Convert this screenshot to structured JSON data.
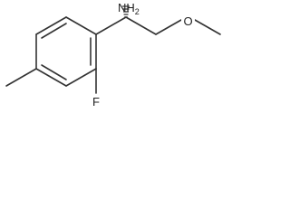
{
  "molecule": {
    "atoms": {
      "amine": {
        "element": "N",
        "hydrogen": "H",
        "hydrogen_count": "2"
      },
      "oxygen": {
        "element": "O"
      },
      "fluorine": {
        "element": "F"
      }
    },
    "colors": {
      "bond": "#333333",
      "label": "#222222",
      "background": "#ffffff"
    }
  }
}
